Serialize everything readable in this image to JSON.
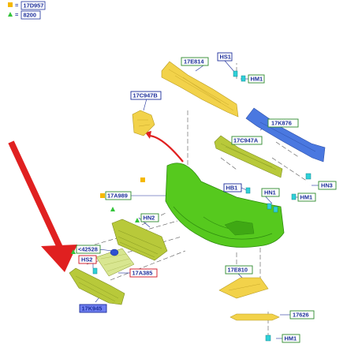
{
  "legend": [
    {
      "symbol": "square",
      "color": "#f5b800",
      "code": "17D957"
    },
    {
      "symbol": "triangle",
      "color": "#33c43a",
      "code": "8200"
    }
  ],
  "colors": {
    "label_text": "#1d2f9b",
    "label_border_default": "#1d2f9b",
    "label_border_green": "#2e8b2e",
    "label_border_red": "#d01020",
    "label_fill_highlight": "#6f7ff0",
    "arrow_red": "#e02020",
    "bumper_green": "#56c91e",
    "yellow_part": "#f2d24a",
    "blue_part": "#4a78e0",
    "olive_part": "#b8c93a",
    "clip_cyan": "#2fd0d8"
  },
  "parts": {
    "17E814": "17E814",
    "HS1": "HS1",
    "HM1_top": "HM1",
    "17C947B": "17C947B",
    "17K876": "17K876",
    "17C947A": "17C947A",
    "HN3": "HN3",
    "17A989": "17A989",
    "HB1": "HB1",
    "HN1": "HN1",
    "HM1_mid": "HM1",
    "HN2": "HN2",
    "42528": "<42528",
    "HS2": "HS2",
    "17A385": "17A385",
    "17K945": "17K945",
    "17E810": "17E810",
    "17626": "17626",
    "HM1_bottom": "HM1"
  }
}
